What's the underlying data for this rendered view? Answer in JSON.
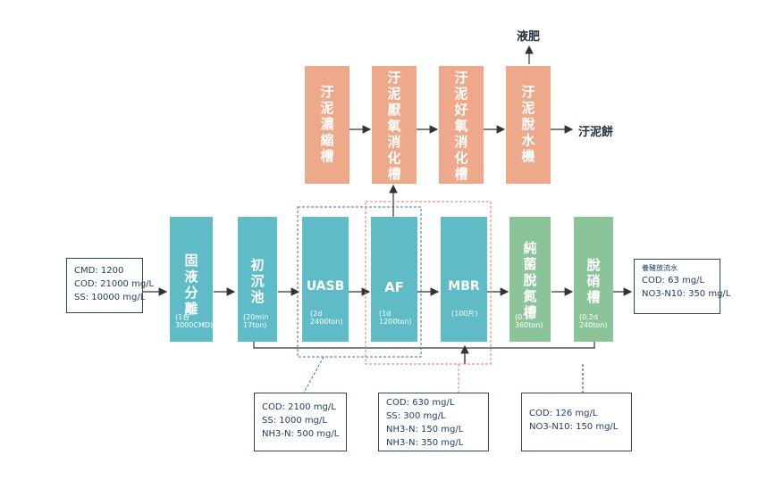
{
  "process": {
    "solid_liquid": {
      "name": [
        "固",
        "液",
        "分",
        "離"
      ],
      "note": "(1台\n3000CMD)"
    },
    "primary": {
      "name": [
        "初",
        "沉",
        "池"
      ],
      "note": "(20min\n17ton)"
    },
    "uasb": {
      "name": "UASB",
      "note": "(2d\n2400ton)"
    },
    "af": {
      "name": "AF",
      "note": "(1d\n1200ton)"
    },
    "mbr": {
      "name": "MBR",
      "note": "(100片)"
    },
    "nitrif": {
      "name": [
        "純",
        "菌",
        "脫",
        "氮",
        "槽"
      ],
      "note": "(0.3d\n360ton)"
    },
    "denitrif": {
      "name": [
        "脫",
        "硝",
        "槽"
      ],
      "note": "(0.2d\n240ton)"
    }
  },
  "sludge": {
    "thickener": [
      "汙",
      "泥",
      "濃",
      "縮",
      "槽"
    ],
    "anaerobic": [
      "汙",
      "泥",
      "厭",
      "氧",
      "消",
      "化",
      "槽"
    ],
    "aerobic": [
      "汙",
      "泥",
      "好",
      "氧",
      "消",
      "化",
      "槽"
    ],
    "dewater": [
      "汙",
      "泥",
      "脫",
      "水",
      "機"
    ]
  },
  "outputs": {
    "liquid_fertilizer": "液肥",
    "sludge_cake": "汙泥餅"
  },
  "inputs": {
    "lines": [
      "CMD: 1200",
      "COD: 21000 mg/L",
      "SS: 10000 mg/L"
    ]
  },
  "effluent": {
    "title": "養豬放流水",
    "lines": [
      "COD: 63 mg/L",
      "NO3-N10: 350 mg/L"
    ]
  },
  "quality": {
    "after_primary": [
      "COD: 2100 mg/L",
      "SS: 1000 mg/L",
      "NH3-N: 500 mg/L"
    ],
    "after_mbr": [
      "COD: 630 mg/L",
      "SS: 300 mg/L",
      "NH3-N: 150 mg/L",
      "NH3-N: 350 mg/L"
    ],
    "final": [
      "COD: 126 mg/L",
      "NO3-N10: 150 mg/L"
    ]
  },
  "colors": {
    "teal": "#5fbcc6",
    "green": "#8cc49a",
    "orange": "#eea88a",
    "blue_dash": "#3a6fc4",
    "red_dash": "#e07a6a",
    "line": "#2b2b2b"
  }
}
